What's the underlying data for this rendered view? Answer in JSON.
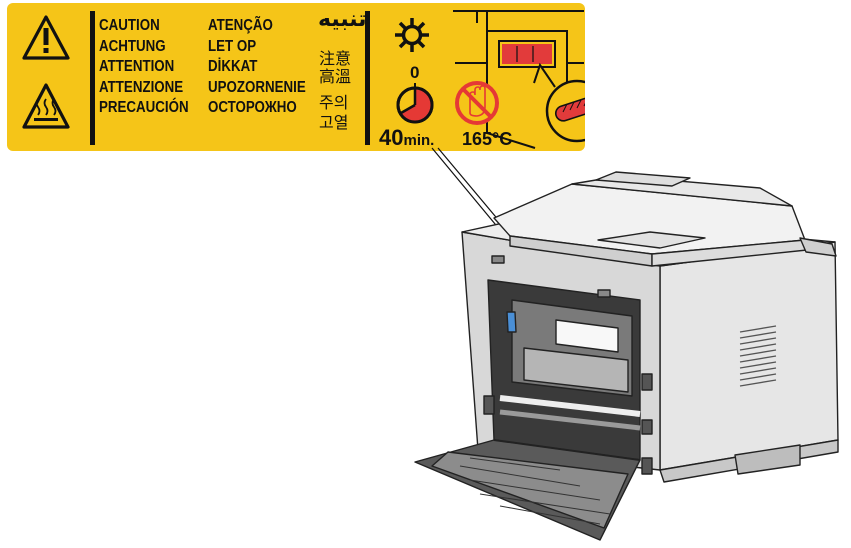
{
  "label": {
    "colors": {
      "panel": "#f5c518",
      "ink": "#111111",
      "timer_red": "#e53935",
      "ban_red": "#e53935",
      "heater_red": "#e23b3b"
    },
    "icons": [
      "warning-triangle-icon",
      "hot-surface-icon",
      "cooling-snowflake-icon",
      "timer-icon",
      "no-touch-icon",
      "fuser-heat-icon"
    ],
    "col1": [
      "CAUTION",
      "ACHTUNG",
      "ATTENTION",
      "ATTENZIONE",
      "PRECAUCIÓN"
    ],
    "col2": [
      "ATENÇÃO",
      "LET OP",
      "DİKKAT",
      "UPOZORNENIE",
      "ОСТОРОЖНО"
    ],
    "arabic": "تنبيه",
    "cjk": [
      "注意",
      "高溫",
      "주의",
      "고열"
    ],
    "timer_start": "0",
    "timer_minutes": "40",
    "timer_unit": "min.",
    "temperature": "165°C"
  }
}
